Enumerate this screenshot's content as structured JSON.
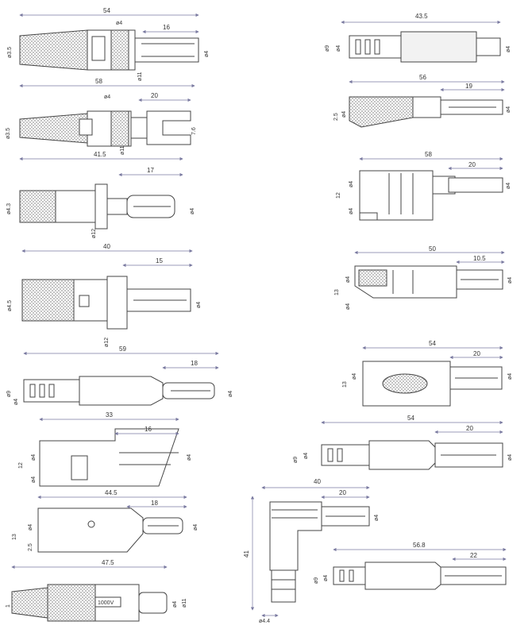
{
  "drawings": [
    {
      "id": "p1",
      "dims": [
        "54",
        "ø4",
        "16",
        "ø3.5",
        "ø4",
        "ø11"
      ]
    },
    {
      "id": "p2",
      "dims": [
        "58",
        "ø4",
        "20",
        "ø3.5",
        "7.6",
        "ø11"
      ]
    },
    {
      "id": "p3",
      "dims": [
        "41.5",
        "17",
        "ø4.3",
        "ø4",
        "ø12"
      ]
    },
    {
      "id": "p4",
      "dims": [
        "40",
        "15",
        "ø4.5",
        "ø4",
        "ø12"
      ]
    },
    {
      "id": "p5",
      "dims": [
        "59",
        "18",
        "ø9",
        "ø4",
        "ø4"
      ]
    },
    {
      "id": "p6",
      "dims": [
        "33",
        "16",
        "12",
        "ø4",
        "ø4",
        "ø4"
      ]
    },
    {
      "id": "p7",
      "dims": [
        "44.5",
        "18",
        "13",
        "ø4",
        "ø4",
        "2.5"
      ]
    },
    {
      "id": "p8",
      "dims": [
        "47.5",
        "1000V",
        "ø4",
        "ø11",
        "1"
      ]
    },
    {
      "id": "p9",
      "dims": [
        "43.5",
        "ø9",
        "ø4",
        "ø4"
      ]
    },
    {
      "id": "p10",
      "dims": [
        "56",
        "19",
        "ø4",
        "ø4",
        "2.5"
      ]
    },
    {
      "id": "p11",
      "dims": [
        "58",
        "20",
        "12",
        "ø4",
        "ø4",
        "ø4"
      ]
    },
    {
      "id": "p12",
      "dims": [
        "50",
        "10.5",
        "13",
        "ø4",
        "ø4",
        "ø4"
      ]
    },
    {
      "id": "p13",
      "dims": [
        "54",
        "20",
        "13",
        "ø4",
        "ø4"
      ]
    },
    {
      "id": "p14",
      "dims": [
        "54",
        "20",
        "ø9",
        "ø4",
        "ø4"
      ]
    },
    {
      "id": "p15",
      "dims": [
        "40",
        "20",
        "41",
        "ø4",
        "ø4.4"
      ]
    },
    {
      "id": "p16",
      "dims": [
        "56.8",
        "22",
        "ø9",
        "ø4"
      ]
    }
  ]
}
